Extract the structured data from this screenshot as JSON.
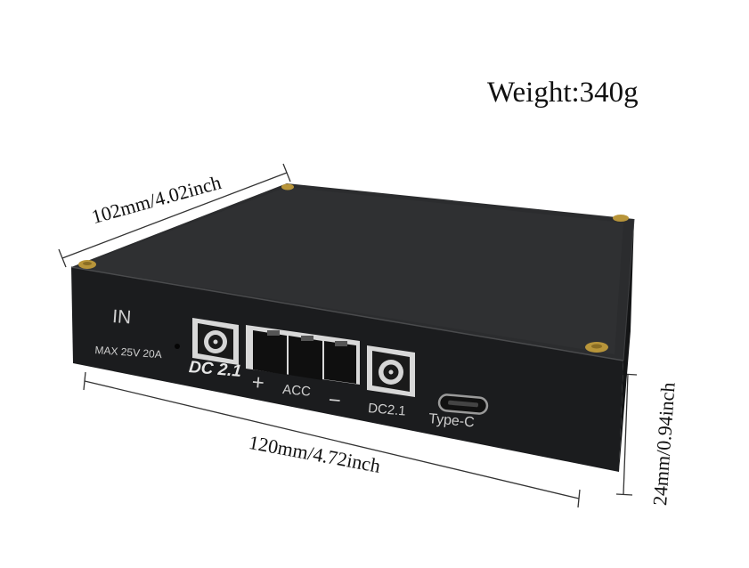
{
  "annotations": {
    "weight": "Weight:340g",
    "depth": "102mm/4.02inch",
    "width": "120mm/4.72inch",
    "height": "24mm/0.94inch"
  },
  "panel_labels": {
    "input": "IN",
    "rating": "MAX 25V 20A",
    "dc_port_1": "DC 2.1",
    "plus": "+",
    "acc": "ACC",
    "minus": "−",
    "dc_port_2": "DC2.1",
    "usb": "Type-C"
  },
  "colors": {
    "enclosure_top": "#2b2c2e",
    "enclosure_front": "#1c1d1f",
    "port_frame": "#d8d8d8",
    "screw": "#b8953a",
    "label_text": "#cfcfcf"
  }
}
